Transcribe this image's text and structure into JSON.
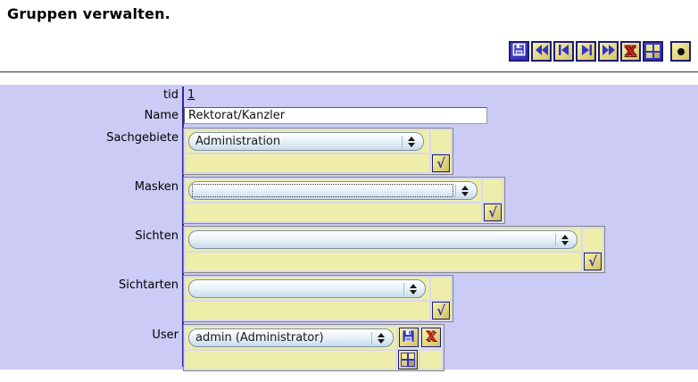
{
  "header": {
    "title": "Gruppen verwalten."
  },
  "toolbar": {
    "save": "save",
    "first": "first-record",
    "previous": "previous-record",
    "next": "next-record",
    "last": "last-record",
    "delete": "delete-record",
    "windows": "split-view",
    "record": "current-record"
  },
  "icons": {
    "check": "√",
    "delete_x": "X",
    "record_dot": "●"
  },
  "form": {
    "tid": {
      "label": "tid",
      "value": "1"
    },
    "name": {
      "label": "Name",
      "value": "Rektorat/Kanzler"
    },
    "sachgebiete": {
      "label": "Sachgebiete",
      "selected": "Administration"
    },
    "masken": {
      "label": "Masken",
      "selected": ""
    },
    "sichten": {
      "label": "Sichten",
      "selected": ""
    },
    "sichtarten": {
      "label": "Sichtarten",
      "selected": ""
    },
    "user": {
      "label": "User",
      "selected": "admin (Administrator)"
    }
  },
  "colors": {
    "panel_lavender": "#cbcbf6",
    "field_yellow": "#eeeeaa",
    "accent_navy": "#2a2a9a",
    "icon_blue": "#3434c8",
    "delete_red": "#d42222"
  }
}
